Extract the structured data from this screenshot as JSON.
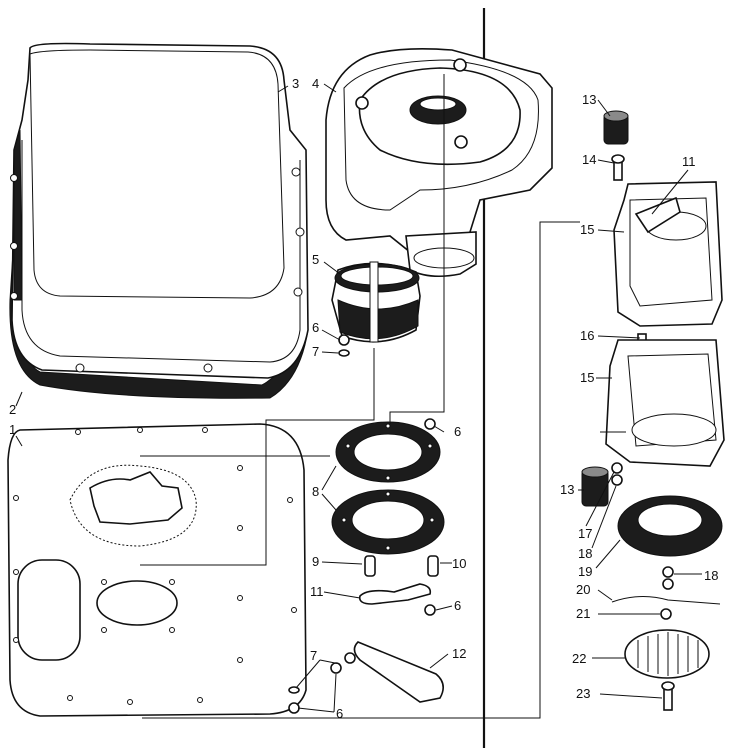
{
  "labels": {
    "p1": "1",
    "p2": "2",
    "p3": "3",
    "p4": "4",
    "p5": "5",
    "p6a": "6",
    "p6b": "6",
    "p6c": "6",
    "p6d": "6",
    "p7a": "7",
    "p7b": "7",
    "p8": "8",
    "p9": "9",
    "p10": "10",
    "p11a": "11",
    "p11b": "11",
    "p12": "12",
    "p13a": "13",
    "p13b": "13",
    "p14": "14",
    "p15a": "15",
    "p15b": "15",
    "p16": "16",
    "p17": "17",
    "p18a": "18",
    "p18b": "18",
    "p19": "19",
    "p20": "20",
    "p21": "21",
    "p22": "22",
    "p23": "23"
  }
}
